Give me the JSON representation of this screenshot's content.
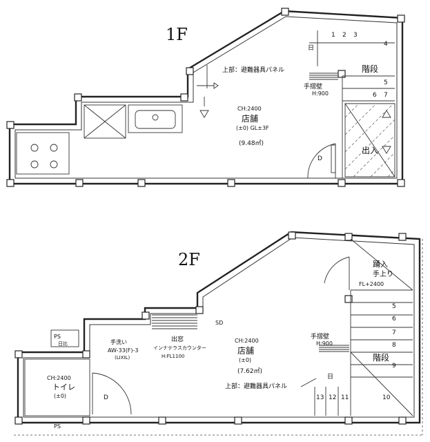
{
  "floor1": {
    "title": "1F",
    "store_label": "店舗",
    "store_ch": "CH:2400",
    "store_level": "(±0) GL±3F",
    "store_area": "(9.48㎡)",
    "panel_note": "上部：避難器具パネル",
    "handrail_label": "手摺壁",
    "handrail_height": "H:900",
    "stair_label": "階段",
    "stair_numbers": [
      "1",
      "2",
      "3",
      "4",
      "5",
      "6",
      "7"
    ],
    "entrance_label": "出入",
    "small_letters": [
      "日",
      "D"
    ]
  },
  "floor2": {
    "title": "2F",
    "store_label": "店舗",
    "store_ch": "CH:2400",
    "store_level": "(±0)",
    "store_area": "(7.62㎡)",
    "panel_note": "上部：避難器具パネル",
    "handrail_label": "手摺壁",
    "handrail_height": "H:900",
    "stair_label": "階段",
    "stair_numbers": [
      "5",
      "6",
      "7",
      "8",
      "9",
      "10",
      "11",
      "12",
      "13"
    ],
    "landing_label": "踊入",
    "landing_sub": "手上り",
    "landing_level": "FL+2400",
    "counter_label": "出窓",
    "counter_sub": "インナテラスカウンター",
    "counter_height": "H:FL1100",
    "toilet_label": "トイレ",
    "toilet_ch": "CH:2400",
    "toilet_level": "(±0)",
    "wash_label": "手洗い",
    "aw_label": "AW-33(F)-3",
    "aw_sub": "(LIXIL)",
    "pipe_label": "PS",
    "pipe_sub": "日比",
    "small_letters": [
      "日",
      "D",
      "PS",
      "SD"
    ]
  }
}
